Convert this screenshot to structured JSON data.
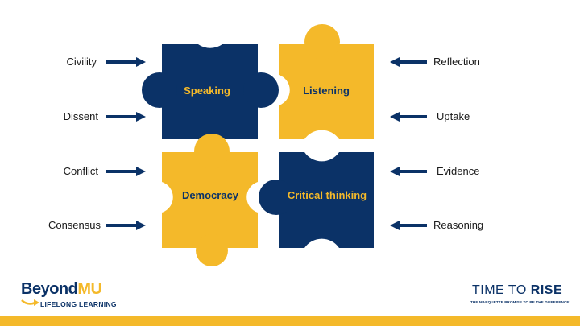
{
  "colors": {
    "navy": "#0b3267",
    "gold": "#f4b92a",
    "label_text": "#1a1a1a"
  },
  "puzzle": {
    "top_left": "Speaking",
    "top_right": "Listening",
    "bottom_left": "Democracy",
    "bottom_right": "Critical thinking"
  },
  "inputs_left": [
    "Civility",
    "Dissent",
    "Conflict",
    "Consensus"
  ],
  "inputs_right": [
    "Reflection",
    "Uptake",
    "Evidence",
    "Reasoning"
  ],
  "logo_left": {
    "beyond": "Beyond",
    "mu": "MU",
    "subtitle": "LIFELONG LEARNING",
    "swoosh_icon": "arrow-swoosh-icon"
  },
  "logo_right": {
    "time_to": "TIME TO",
    "rise": "RISE",
    "subtitle": "THE MARQUETTE PROMISE TO BE THE DIFFERENCE"
  }
}
